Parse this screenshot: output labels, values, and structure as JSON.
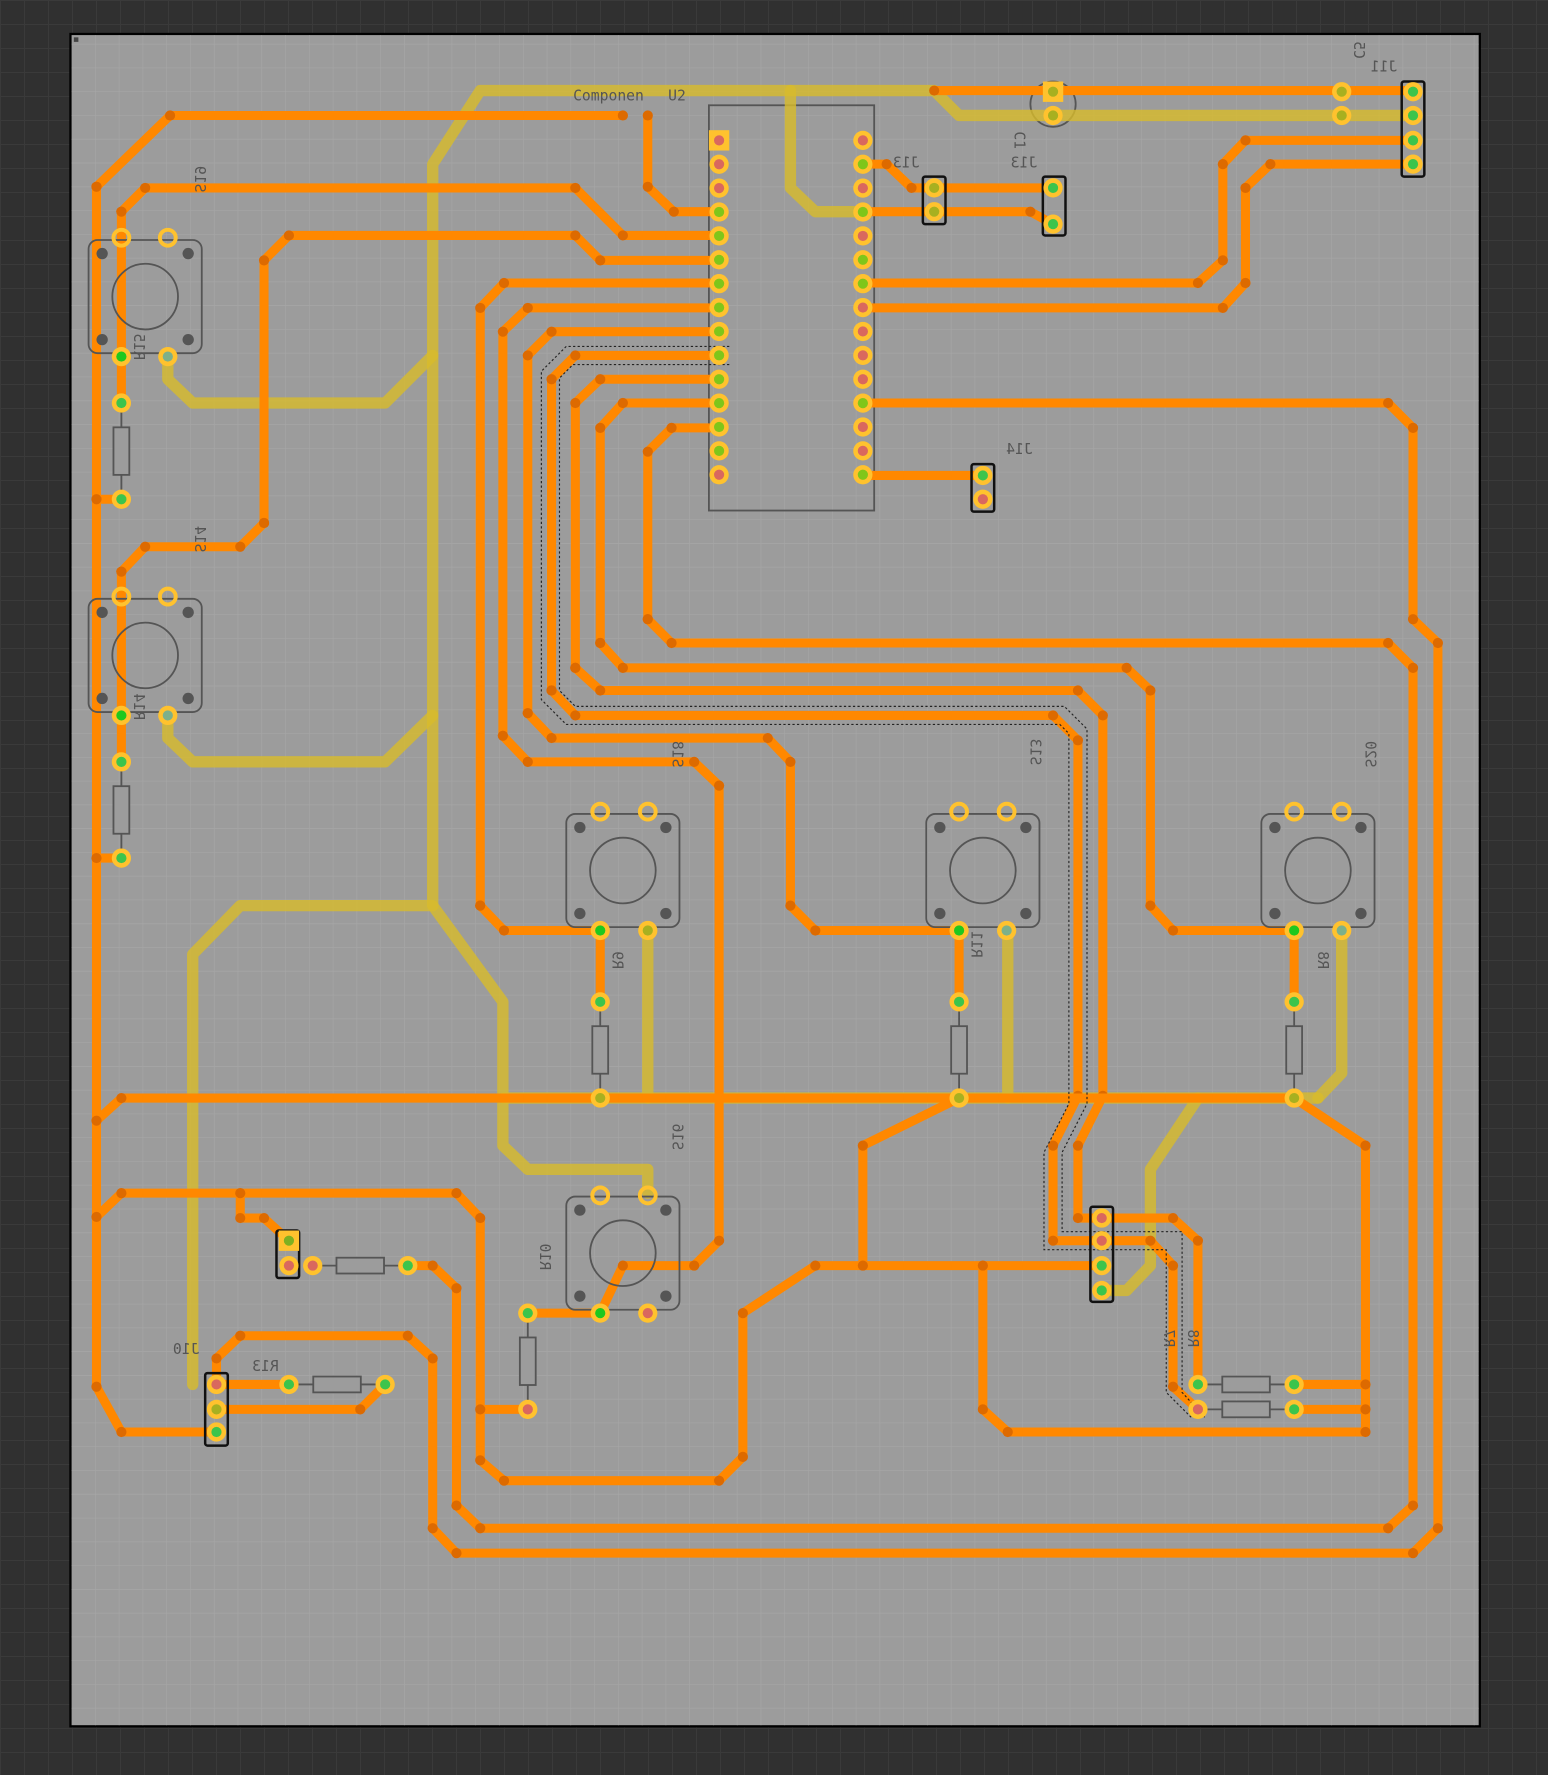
{
  "board": {
    "component_label": "Componen",
    "component_suffix": "U2",
    "colors": {
      "top_copper": "#ff8800",
      "bottom_copper": "#d8bb2a",
      "board": "#9c9c9c",
      "background": "#303030"
    }
  },
  "labels": {
    "s19": "S19",
    "r15": "R15",
    "s14": "S14",
    "r14": "R14",
    "s18": "S18",
    "r9": "R9",
    "s13": "S13",
    "r11": "R11",
    "s20": "S20",
    "r8": "R8",
    "s16": "S16",
    "r10": "R10",
    "j10": "J10",
    "r13": "R13",
    "j12": "J13",
    "j13": "J13",
    "c1": "C1",
    "c5": "C5",
    "j11": "J11",
    "j14": "J14",
    "r7": "R7",
    "r8b": "R8"
  }
}
